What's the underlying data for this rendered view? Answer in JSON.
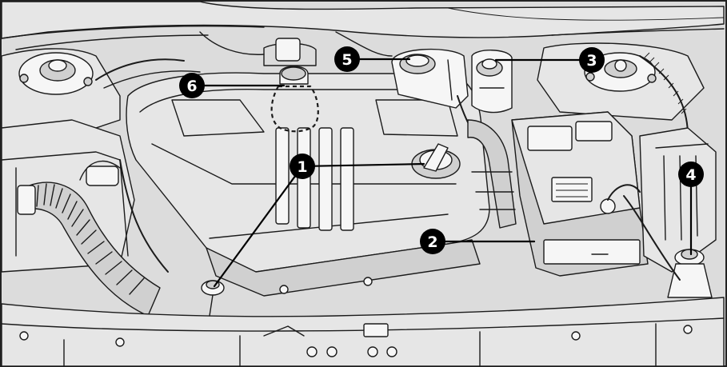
{
  "diagram": {
    "kind": "engine-compartment-line-drawing",
    "background_color": "#dcdcdc",
    "callout_color": "#000000",
    "callouts": [
      {
        "id": "1",
        "label": "1"
      },
      {
        "id": "2",
        "label": "2"
      },
      {
        "id": "3",
        "label": "3"
      },
      {
        "id": "4",
        "label": "4"
      },
      {
        "id": "5",
        "label": "5"
      },
      {
        "id": "6",
        "label": "6"
      }
    ]
  }
}
